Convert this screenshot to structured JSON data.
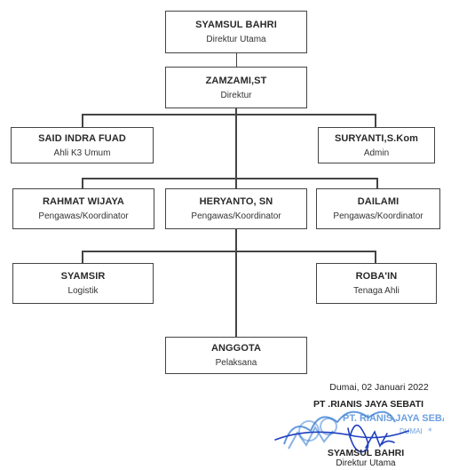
{
  "nodes": {
    "syamsul": {
      "name": "SYAMSUL BAHRI",
      "role": "Direktur Utama"
    },
    "zamzami": {
      "name": "ZAMZAMI,ST",
      "role": "Direktur"
    },
    "said": {
      "name": "SAID INDRA FUAD",
      "role": "Ahli K3 Umum"
    },
    "suryanti": {
      "name": "SURYANTI,S.Kom",
      "role": "Admin"
    },
    "rahmat": {
      "name": "RAHMAT WIJAYA",
      "role": "Pengawas/Koordinator"
    },
    "heryanto": {
      "name": "HERYANTO, SN",
      "role": "Pengawas/Koordinator"
    },
    "dailami": {
      "name": "DAILAMI",
      "role": "Pengawas/Koordinator"
    },
    "syamsir": {
      "name": "SYAMSIR",
      "role": "Logistik"
    },
    "robain": {
      "name": "ROBA'IN",
      "role": "Tenaga Ahli"
    },
    "anggota": {
      "name": "ANGGOTA",
      "role": "Pelaksana"
    }
  },
  "signature": {
    "place_date": "Dumai, 02 Januari 2022",
    "company": "PT .RIANIS JAYA SEBATI",
    "signer_name": "SYAMSUL BAHRI",
    "signer_title": "Direktur Utama",
    "stamp_text_top": "PT. RIANIS JAYA SEBATI",
    "stamp_text_bottom": "DUMAI",
    "stamp_color": "#3b7fd6",
    "ink_color": "#1f3fbf"
  }
}
